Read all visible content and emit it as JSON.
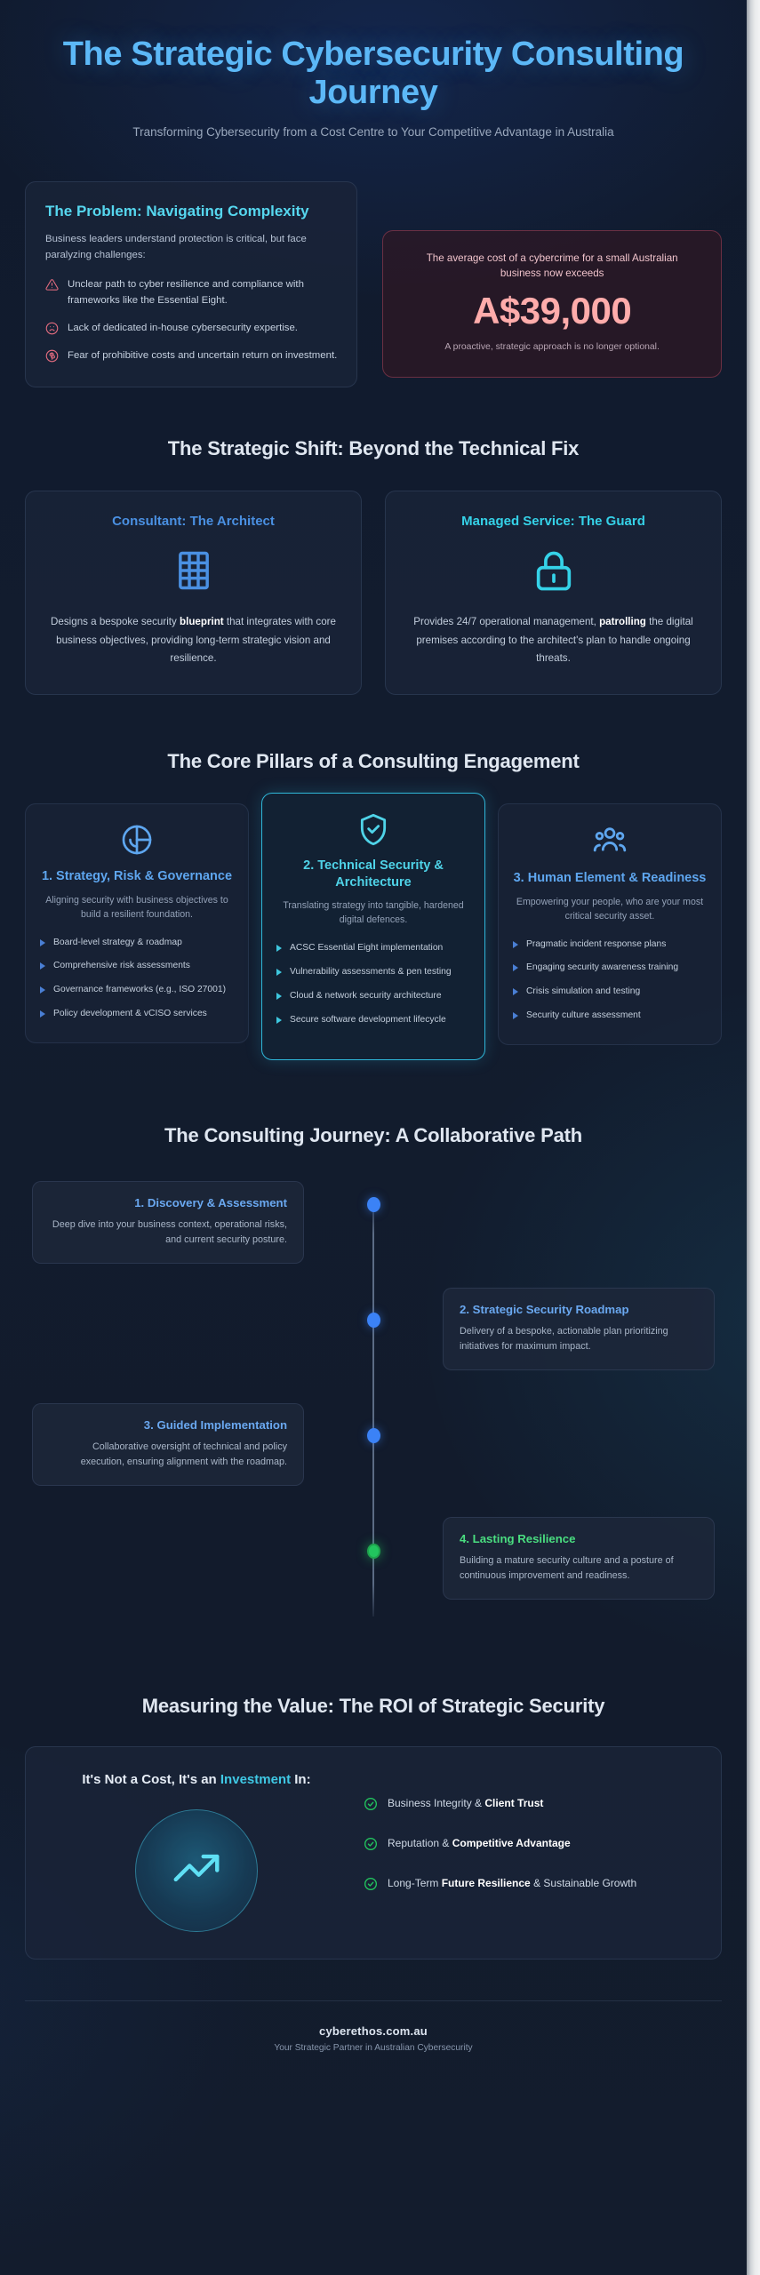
{
  "hero": {
    "title": "The Strategic Cybersecurity Consulting Journey",
    "subtitle": "Transforming Cybersecurity from a Cost Centre to Your Competitive Advantage in Australia"
  },
  "problem": {
    "heading": "The Problem: Navigating Complexity",
    "lead": "Business leaders understand protection is critical, but face paralyzing challenges:",
    "items": [
      {
        "icon": "warning-triangle-icon",
        "text": "Unclear path to cyber resilience and compliance with frameworks like the Essential Eight."
      },
      {
        "icon": "frowning-face-icon",
        "text": "Lack of dedicated in-house cybersecurity expertise."
      },
      {
        "icon": "no-money-icon",
        "text": "Fear of prohibitive costs and uncertain return on investment."
      }
    ]
  },
  "stat": {
    "top_text": "The average cost of a cybercrime for a small Australian business now exceeds",
    "value": "A$39,000",
    "bottom_text": "A proactive, strategic approach is no longer optional.",
    "accent_color": "#ffacab"
  },
  "shift": {
    "heading": "The Strategic Shift: Beyond the Technical Fix",
    "cards": [
      {
        "title": "Consultant: The Architect",
        "icon": "building-blueprint-icon",
        "color": "#4a90e2",
        "body_parts": [
          {
            "t": "Designs a bespoke security ",
            "b": false
          },
          {
            "t": "blueprint",
            "b": true
          },
          {
            "t": " that integrates with core business objectives, providing long-term strategic vision and resilience.",
            "b": false
          }
        ]
      },
      {
        "title": "Managed Service: The Guard",
        "icon": "padlock-icon",
        "color": "#35d2e8",
        "body_parts": [
          {
            "t": "Provides 24/7 operational management, ",
            "b": false
          },
          {
            "t": "patrolling",
            "b": true
          },
          {
            "t": " the digital premises according to the architect's plan to handle ongoing threats.",
            "b": false
          }
        ]
      }
    ]
  },
  "pillars": {
    "heading": "The Core Pillars of a Consulting Engagement",
    "items": [
      {
        "icon": "pie-segment-icon",
        "title": "1. Strategy, Risk & Governance",
        "desc": "Aligning security with business objectives to build a resilient foundation.",
        "featured": false,
        "bullets": [
          "Board-level strategy & roadmap",
          "Comprehensive risk assessments",
          "Governance frameworks (e.g., ISO 27001)",
          "Policy development & vCISO services"
        ]
      },
      {
        "icon": "shield-check-icon",
        "title": "2. Technical Security & Architecture",
        "desc": "Translating strategy into tangible, hardened digital defences.",
        "featured": true,
        "bullets": [
          "ACSC Essential Eight implementation",
          "Vulnerability assessments & pen testing",
          "Cloud & network security architecture",
          "Secure software development lifecycle"
        ]
      },
      {
        "icon": "users-group-icon",
        "title": "3. Human Element & Readiness",
        "desc": "Empowering your people, who are your most critical security asset.",
        "featured": false,
        "bullets": [
          "Pragmatic incident response plans",
          "Engaging security awareness training",
          "Crisis simulation and testing",
          "Security culture assessment"
        ]
      }
    ]
  },
  "journey": {
    "heading": "The Consulting Journey: A Collaborative Path",
    "steps": [
      {
        "title": "1. Discovery & Assessment",
        "text": "Deep dive into your business context, operational risks, and current security posture.",
        "side": "left",
        "dot_color": "#3b82f6"
      },
      {
        "title": "2. Strategic Security Roadmap",
        "text": "Delivery of a bespoke, actionable plan prioritizing initiatives for maximum impact.",
        "side": "right",
        "dot_color": "#3b82f6"
      },
      {
        "title": "3. Guided Implementation",
        "text": "Collaborative oversight of technical and policy execution, ensuring alignment with the roadmap.",
        "side": "left",
        "dot_color": "#3b82f6"
      },
      {
        "title": "4. Lasting Resilience",
        "text": "Building a mature security culture and a posture of continuous improvement and readiness.",
        "side": "right",
        "dot_color": "#22c55e"
      }
    ]
  },
  "roi": {
    "heading": "Measuring the Value: The ROI of Strategic Security",
    "card_title_pre": "It's Not a Cost, It's an ",
    "card_title_accent": "Investment",
    "card_title_post": " In:",
    "icon": "trending-up-arrow-icon",
    "check_color": "#22c55e",
    "items": [
      {
        "pre": "Business Integrity & ",
        "bold": "Client Trust",
        "post": ""
      },
      {
        "pre": "Reputation & ",
        "bold": "Competitive Advantage",
        "post": ""
      },
      {
        "pre": "Long-Term ",
        "bold": "Future Resilience",
        "post": " & Sustainable Growth"
      }
    ]
  },
  "footer": {
    "brand": "cyberethos.com.au",
    "tagline": "Your Strategic Partner in Australian Cybersecurity"
  }
}
